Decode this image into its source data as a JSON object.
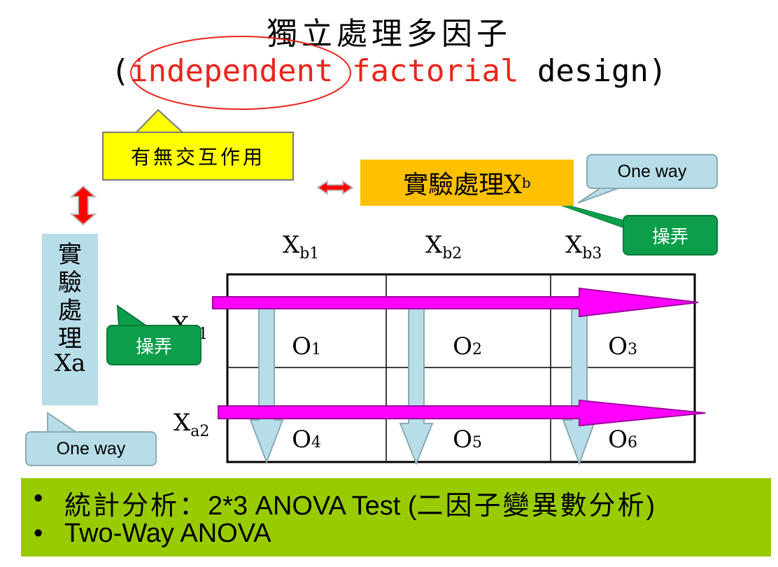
{
  "title": {
    "line1": "獨立處理多因子",
    "open_paren": "(",
    "independent": "independent",
    "factorial": " factorial",
    "design": " design)"
  },
  "callouts": {
    "interaction": "有無交互作用",
    "treatment_b": "實驗處理X",
    "treatment_b_sub": "b",
    "one_way_top": "One way",
    "manipulate_top": "操弄",
    "treatment_a": [
      "實",
      "驗",
      "處",
      "理",
      "Xa"
    ],
    "manipulate_left": "操弄",
    "one_way_left": "One way"
  },
  "grid": {
    "col_headers": [
      {
        "base": "X",
        "sub": "b1"
      },
      {
        "base": "X",
        "sub": "b2"
      },
      {
        "base": "X",
        "sub": "b3"
      }
    ],
    "row_headers": [
      {
        "base": "X",
        "sub": "a1"
      },
      {
        "base": "X",
        "sub": "a2"
      }
    ],
    "cells": [
      {
        "base": "O",
        "sub": "1"
      },
      {
        "base": "O",
        "sub": "2"
      },
      {
        "base": "O",
        "sub": "3"
      },
      {
        "base": "O",
        "sub": "4"
      },
      {
        "base": "O",
        "sub": "5"
      },
      {
        "base": "O",
        "sub": "6"
      }
    ]
  },
  "bullets": [
    {
      "cjk": "統計分析：",
      "latin": "2*3 ANOVA Test (",
      "cjk2": "二因子變異數分析",
      "close": ")"
    },
    {
      "latin": "Two-Way ANOVA"
    }
  ],
  "colors": {
    "red": "#e8261c",
    "yellow": "#ffff00",
    "orange": "#ffc000",
    "light_blue": "#b7dde8",
    "green": "#0c9e4a",
    "magenta": "#ff00ff",
    "olive_green": "#99cc00"
  }
}
